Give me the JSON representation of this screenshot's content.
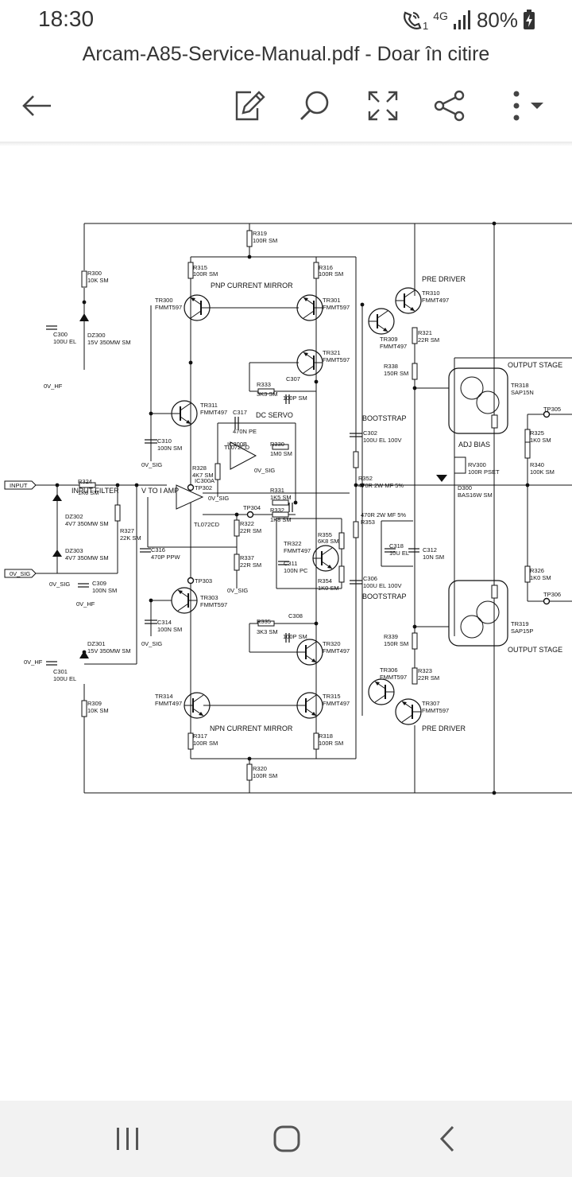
{
  "status_bar": {
    "time": "18:30",
    "network": "4G",
    "sim_slot": "1",
    "battery": "80%",
    "icons": [
      "wifi-call-icon",
      "signal-icon",
      "battery-charging-icon"
    ]
  },
  "document": {
    "title": "Arcam-A85-Service-Manual.pdf - Doar în citire"
  },
  "toolbar": {
    "icons": [
      "back-arrow-icon",
      "edit-pen-icon",
      "search-icon",
      "fullscreen-icon",
      "share-icon",
      "more-menu-icon"
    ]
  },
  "schematic": {
    "section_labels": {
      "pnp_mirror": "PNP CURRENT MIRROR",
      "npn_mirror": "NPN CURRENT MIRROR",
      "dc_servo": "DC SERVO",
      "pre_driver_top": "PRE DRIVER",
      "pre_driver_bottom": "PRE DRIVER",
      "output_stage_top": "OUTPUT STAGE",
      "output_stage_bottom": "OUTPUT STAGE",
      "bootstrap_top": "BOOTSTRAP",
      "bootstrap_bottom": "BOOTSTRAP",
      "adj_bias": "ADJ BIAS",
      "input_filter": "INPUT FILTER",
      "v_to_i": "V TO I AMP"
    },
    "nets": {
      "input": "INPUT",
      "ov_sig": "0V_SIG",
      "ov_hf_top": "0V_HF",
      "ov_hf_left": "0V_HF",
      "ov_hf_mid": "0V_HF",
      "ov_sig_labels": [
        "0V_SIG",
        "0V_SIG",
        "0V_SIG",
        "0V_SIG",
        "0V_SIG",
        "0V_SIG"
      ]
    },
    "testpoints": [
      "TP302",
      "TP303",
      "TP304",
      "TP305",
      "TP306"
    ],
    "components": {
      "r319": [
        "R319",
        "100R SM"
      ],
      "r300": [
        "R300",
        "10K SM"
      ],
      "r315": [
        "R315",
        "100R SM"
      ],
      "r316": [
        "R316",
        "100R SM"
      ],
      "tr300": [
        "TR300",
        "FMMT597"
      ],
      "tr301": [
        "TR301",
        "FMMT597"
      ],
      "tr310": [
        "TR310",
        "FMMT497"
      ],
      "tr309": [
        "TR309",
        "FMMT497"
      ],
      "r321": [
        "R321",
        "22R SM"
      ],
      "c300": [
        "C300",
        "100U EL"
      ],
      "dz300": [
        "DZ300",
        "15V 350MW SM"
      ],
      "tr321": [
        "TR321",
        "FMMT597"
      ],
      "r333": [
        "R333",
        "3K3 SM"
      ],
      "c307": [
        "C307",
        "100P SM"
      ],
      "r338": [
        "R338",
        "150R SM"
      ],
      "tr318": [
        "TR318",
        "SAP15N"
      ],
      "tr311": [
        "TR311",
        "FMMT497"
      ],
      "c317": [
        "C317",
        "470N PE"
      ],
      "c310": [
        "C310",
        "100N SM"
      ],
      "ic300b": [
        "IC300B",
        "TL072CD"
      ],
      "r330": [
        "R330",
        "1M0 SM"
      ],
      "c302": [
        "C302",
        "100U EL 100V"
      ],
      "r325": [
        "R325",
        "1K0 SM"
      ],
      "rv300": [
        "RV300",
        "100R PSET"
      ],
      "r328": [
        "R328",
        "4K7 SM"
      ],
      "d300": [
        "D300",
        "BAS16W SM"
      ],
      "r340": [
        "R340",
        "100K SM"
      ],
      "r352": [
        "R352",
        "470R 2W MF 5%"
      ],
      "r331": [
        "R331",
        "1K5 SM"
      ],
      "r324": [
        "R324",
        "1K0 SM"
      ],
      "ic300a": [
        "IC300A",
        "TL072CD"
      ],
      "r332": [
        "R332",
        "1K8 SM"
      ],
      "r353": [
        "R353",
        "470R 2W MF 5%"
      ],
      "dz302": [
        "DZ302",
        "4V7 350MW SM"
      ],
      "r327": [
        "R327",
        "22K SM"
      ],
      "r322": [
        "R322",
        "22R SM"
      ],
      "r355": [
        "R355",
        "6K8 SM"
      ],
      "tr322": [
        "TR322",
        "FMMT497"
      ],
      "c318": [
        "C318",
        "10U EL"
      ],
      "c312": [
        "C312",
        "10N SM"
      ],
      "c316": [
        "C316",
        "470P PPW"
      ],
      "dz303": [
        "DZ303",
        "4V7 350MW SM"
      ],
      "r337": [
        "R337",
        "22R SM"
      ],
      "c311": [
        "C311",
        "100N PC"
      ],
      "r354": [
        "R354",
        "1K0 SM"
      ],
      "c306": [
        "C306",
        "100U EL 100V"
      ],
      "r326": [
        "R326",
        "1K0 SM"
      ],
      "c309": [
        "C309",
        "100N SM"
      ],
      "tr303": [
        "TR303",
        "FMMT597"
      ],
      "tr319": [
        "TR319",
        "SAP15P"
      ],
      "c314": [
        "C314",
        "100N SM"
      ],
      "r335": [
        "R335",
        "3K3 SM"
      ],
      "c308": [
        "C308",
        "100P SM"
      ],
      "r339": [
        "R339",
        "150R SM"
      ],
      "dz301": [
        "DZ301",
        "15V 350MW SM"
      ],
      "tr320": [
        "TR320",
        "FMMT497"
      ],
      "c301": [
        "C301",
        "100U EL"
      ],
      "tr306": [
        "TR306",
        "FMMT597"
      ],
      "r323": [
        "R323",
        "22R SM"
      ],
      "tr314": [
        "TR314",
        "FMMT497"
      ],
      "tr315": [
        "TR315",
        "FMMT497"
      ],
      "tr307": [
        "TR307",
        "FMMT597"
      ],
      "r309": [
        "R309",
        "10K SM"
      ],
      "r317": [
        "R317",
        "100R SM"
      ],
      "r318": [
        "R318",
        "100R SM"
      ],
      "r320": [
        "R320",
        "100R SM"
      ]
    }
  },
  "nav_bar": {
    "icons": [
      "recent-apps-icon",
      "home-icon",
      "back-icon"
    ]
  }
}
